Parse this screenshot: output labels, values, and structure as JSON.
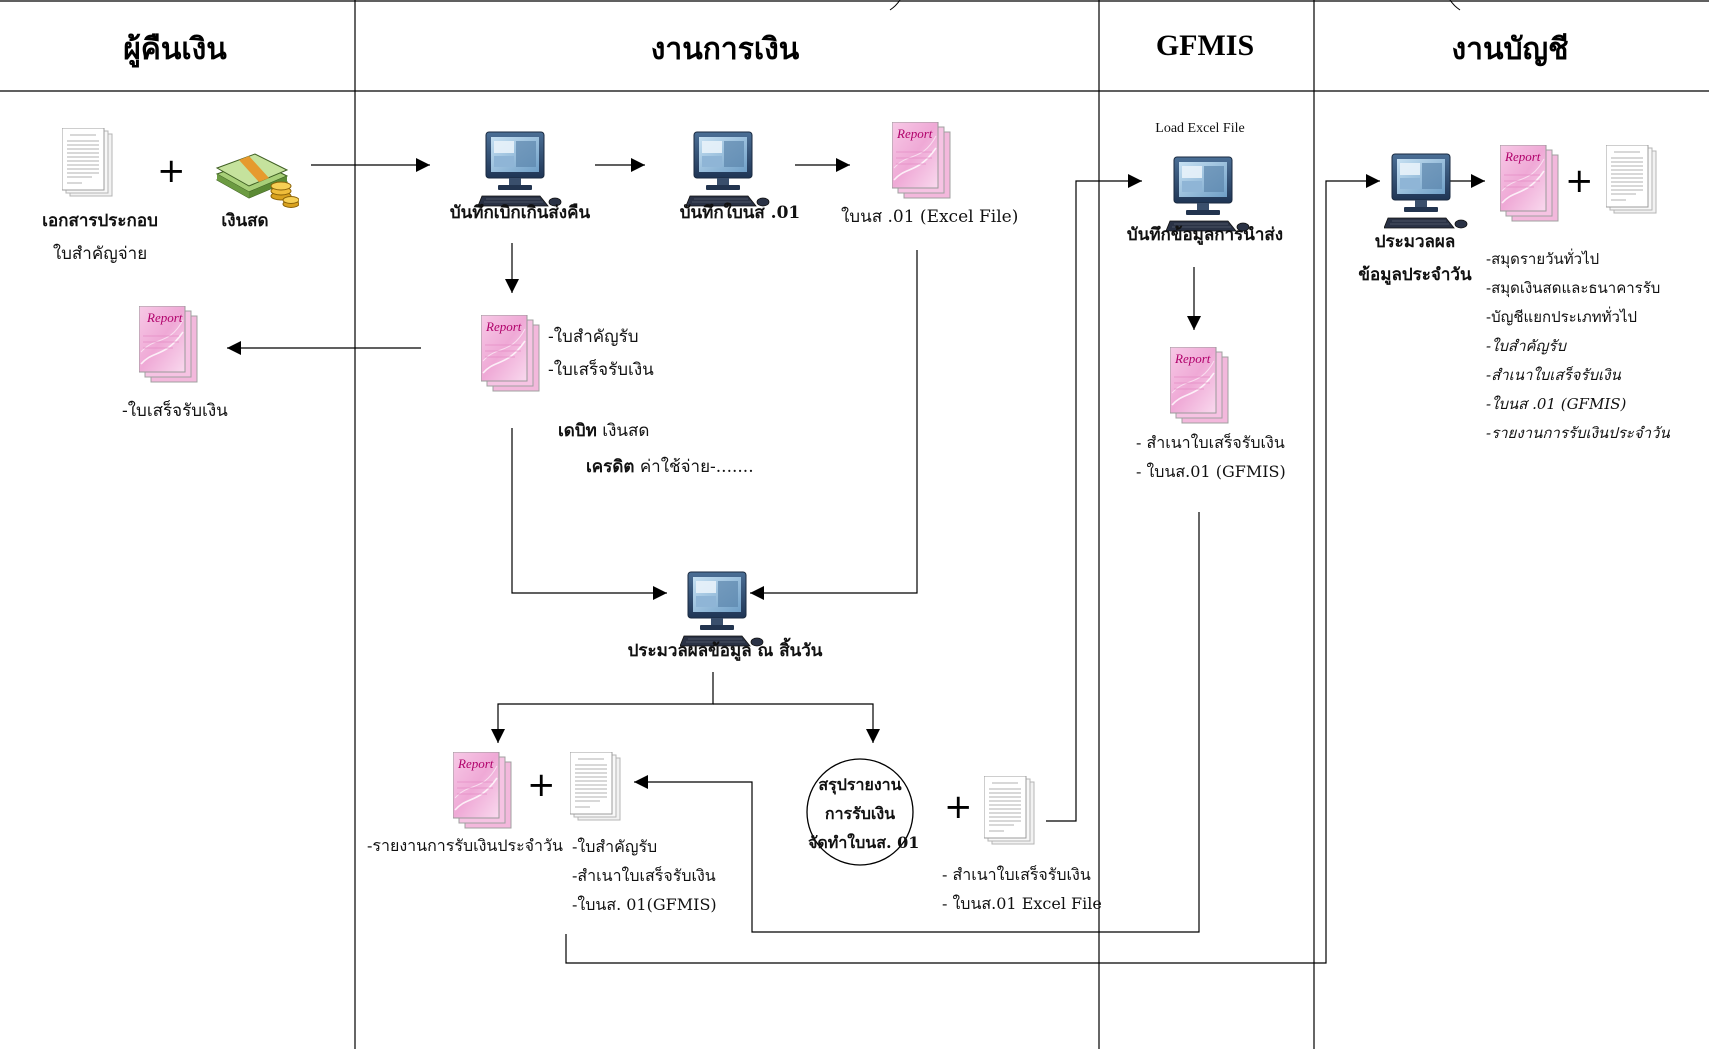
{
  "lanes": {
    "payer": "ผู้คืนเงิน",
    "finance": "งานการเงิน",
    "gfmis": "GFMIS",
    "accounting": "งานบัญชี"
  },
  "payer": {
    "doc_label": "เอกสารประกอบ",
    "doc_sub": "ใบสำคัญจ่าย",
    "cash_label": "เงินสด",
    "receipt_label": "-ใบเสร็จรับเงิน"
  },
  "finance": {
    "step_record_refund": "บันทึกเบิกเกินส่งคืน",
    "step_record_form": "บันทึกใบนส .01",
    "form_file": "ใบนส .01 (Excel File)",
    "voucher_items": [
      "-ใบสำคัญรับ",
      "-ใบเสร็จรับเงิน"
    ],
    "debit_label": "เดบิท",
    "debit_value": "เงินสด",
    "credit_label": "เครดิต",
    "credit_value": "ค่าใช้จ่าย-.......",
    "eod_label": "ประมวลผลข้อมูล ณ สิ้นวัน",
    "daily_report": "-รายงานการรับเงินประจำวัน",
    "output_items": [
      "-ใบสำคัญรับ",
      "-สำเนาใบเสร็จรับเงิน",
      "-ใบนส. 01(GFMIS)"
    ],
    "summary_lines": [
      "สรุปรายงาน",
      "การรับเงิน",
      "จัดทำใบนส. 01"
    ],
    "summary_items": [
      "- สำเนาใบเสร็จรับเงิน",
      "- ใบนส.01 Excel File"
    ]
  },
  "gfmis": {
    "load_label": "Load Excel File",
    "step_label": "บันทึกข้อมูลการนำส่ง",
    "output_items": [
      "- สำเนาใบเสร็จรับเงิน",
      "- ใบนส.01 (GFMIS)"
    ]
  },
  "accounting": {
    "step_lines": [
      "ประมวลผล",
      "ข้อมูลประจำวัน"
    ],
    "items_plain": [
      "-สมุดรายวันทั่วไป",
      "-สมุดเงินสดและธนาคารรับ",
      "-บัญชีแยกประเภททั่วไป"
    ],
    "items_italic": [
      "-ใบสำคัญรับ",
      "-สำเนาใบเสร็จรับเงิน",
      "-ใบนส .01 (GFMIS)",
      "-รายงานการรับเงินประจำวัน"
    ]
  },
  "icons": {
    "report_tag": "Report",
    "plus": "+"
  }
}
